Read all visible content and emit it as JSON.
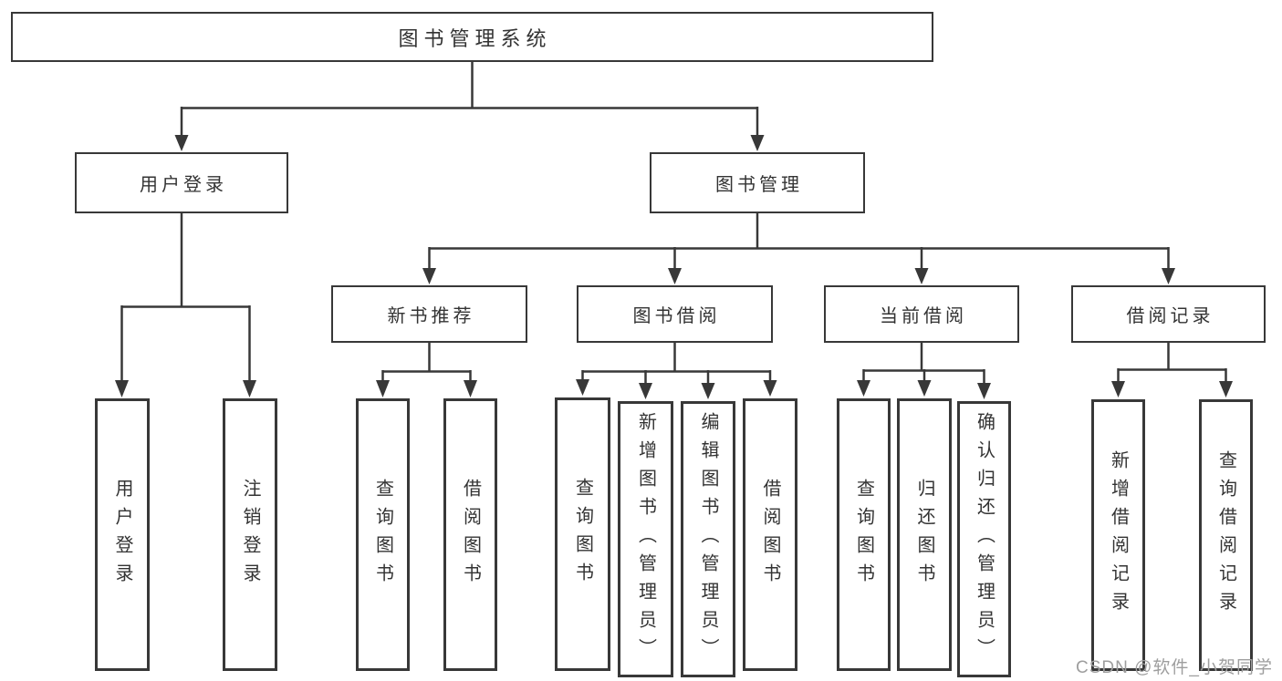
{
  "colors": {
    "line": "#383838",
    "text": "#333333",
    "watermark": "#9e9e9e",
    "background": "#ffffff"
  },
  "watermark": "CSDN @软件_小贺同学",
  "tree": {
    "label": "图书管理系统",
    "children": [
      {
        "label": "用户登录",
        "children": [
          {
            "label": "用户登录"
          },
          {
            "label": "注销登录"
          }
        ]
      },
      {
        "label": "图书管理",
        "children": [
          {
            "label": "新书推荐",
            "children": [
              {
                "label": "查询图书"
              },
              {
                "label": "借阅图书"
              }
            ]
          },
          {
            "label": "图书借阅",
            "children": [
              {
                "label": "查询图书"
              },
              {
                "label": "新增图书（管理员）"
              },
              {
                "label": "编辑图书（管理员）"
              },
              {
                "label": "借阅图书"
              }
            ]
          },
          {
            "label": "当前借阅",
            "children": [
              {
                "label": "查询图书"
              },
              {
                "label": "归还图书"
              },
              {
                "label": "确认归还（管理员）"
              }
            ]
          },
          {
            "label": "借阅记录",
            "children": [
              {
                "label": "新增借阅记录"
              },
              {
                "label": "查询借阅记录"
              }
            ]
          }
        ]
      }
    ]
  }
}
